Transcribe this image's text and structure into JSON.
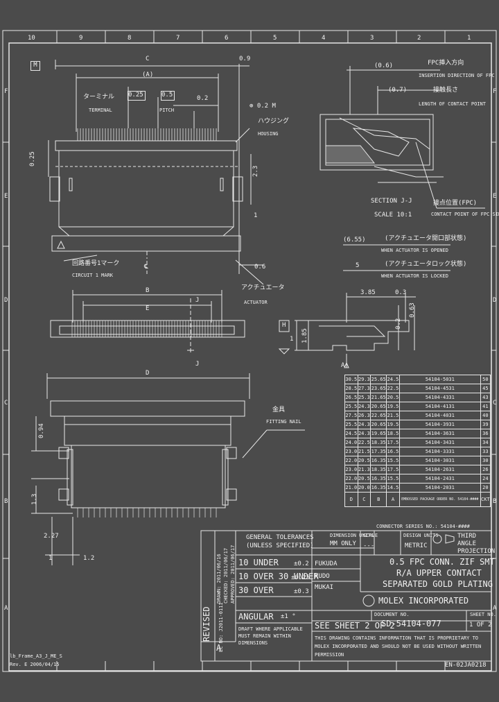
{
  "border": {
    "top_zones": [
      "10",
      "9",
      "8",
      "7",
      "6",
      "5",
      "4",
      "3",
      "2",
      "1"
    ],
    "side_zones": [
      "F",
      "E",
      "D",
      "C",
      "B",
      "A"
    ]
  },
  "top_view": {
    "datum_m": "M",
    "dim_c": "C",
    "dim_09": "0.9",
    "dim_a": "(A)",
    "terminal_jp": "ターミナル",
    "terminal_en": "TERMINAL",
    "dim_025": "0.25",
    "dim_05": "0.5",
    "pitch_en": "PITCH",
    "dim_02": "0.2",
    "flatness": "⊕ 0.2 M",
    "housing_jp": "ハウジング",
    "housing_en": "HOUSING",
    "dim_0025": "0.25",
    "dim_23": "2.3",
    "dim_1": "1",
    "circuit_jp": "回路番号1マーク",
    "circuit_en": "CIRCUIT 1 MARK",
    "centerline": "℄",
    "dim_06": "0.6",
    "actuator_jp": "アクチュエータ",
    "actuator_en": "ACTUATOR"
  },
  "section_view": {
    "dim_06a": "(0.6)",
    "fpc_insert_jp": "FPC挿入方向",
    "fpc_insert_en": "INSERTION DIRECTION OF FPC",
    "dim_07": "(0.7)",
    "contact_len_jp": "接触長さ",
    "contact_len_en": "LENGTH OF CONTACT POINT",
    "contact_point_jp": "接点位置(FPC)",
    "contact_point_en": "CONTACT POINT OF FPC SIDE",
    "section_label": "SECTION J-J",
    "scale": "SCALE 10:1",
    "dim_655": "(6.55)",
    "act_open_jp": "(アクチュエータ開口部状態)",
    "act_open_en": "WHEN ACTUATOR IS OPENED",
    "dim_5": "5",
    "act_lock_jp": "(アクチュエータロック状態)",
    "act_lock_en": "WHEN ACTUATOR IS LOCKED"
  },
  "front_view": {
    "dim_b": "B",
    "dim_e": "E",
    "j_top": "J",
    "j_bottom": "J"
  },
  "side_view": {
    "dim_385": "3.85",
    "dim_03": "0.3",
    "dim_02": "0.2",
    "dim_063": "0.63",
    "datum_h": "H",
    "dim_185": "1.85",
    "dim_1": "1",
    "dim_a": "A"
  },
  "bottom_view": {
    "dim_d": "D",
    "fitting_jp": "金具",
    "fitting_en": "FITTING NAIL",
    "dim_094": "0.94",
    "dim_13": "1.3",
    "dim_227": "2.27",
    "dim_12": "1.2",
    "dim_1": "1"
  },
  "dimension_table": {
    "rows": [
      [
        "30.5",
        "29.3",
        "25.65",
        "24.5",
        "54104-5031",
        "50"
      ],
      [
        "28.5",
        "27.3",
        "23.65",
        "22.5",
        "54104-4531",
        "45"
      ],
      [
        "26.5",
        "25.3",
        "21.65",
        "20.5",
        "54104-4331",
        "43"
      ],
      [
        "25.5",
        "24.3",
        "20.65",
        "19.5",
        "54104-4131",
        "41"
      ],
      [
        "27.5",
        "26.3",
        "22.65",
        "21.5",
        "54104-4031",
        "40"
      ],
      [
        "25.5",
        "24.3",
        "20.65",
        "19.5",
        "54104-3931",
        "39"
      ],
      [
        "24.5",
        "24.3",
        "19.65",
        "18.5",
        "54104-3631",
        "36"
      ],
      [
        "24.0",
        "22.5",
        "18.35",
        "17.5",
        "54104-3431",
        "34"
      ],
      [
        "23.0",
        "21.5",
        "17.35",
        "16.5",
        "54104-3331",
        "33"
      ],
      [
        "22.0",
        "20.5",
        "16.35",
        "15.5",
        "54104-3031",
        "30"
      ],
      [
        "23.0",
        "21.3",
        "18.35",
        "17.5",
        "54104-2631",
        "26"
      ],
      [
        "22.0",
        "20.5",
        "16.35",
        "15.5",
        "54104-2431",
        "24"
      ],
      [
        "21.0",
        "20.0",
        "16.35",
        "14.5",
        "54104-2031",
        "20"
      ]
    ],
    "header": [
      "D",
      "C",
      "B",
      "A",
      "EMBOSSED PACKAGE ORDER NO. 54104-####",
      "CKT"
    ],
    "series": "CONNECTOR SERIES NO.: 54104-####"
  },
  "title_block": {
    "revised": "REVISED",
    "drawn": "DRAWN: 2011/06/16",
    "checked": "CHECKED: 2011/06/17",
    "approved": "APPROVED: 2011/06/17",
    "general_tol": "GENERAL TOLERANCES",
    "unless": "(UNLESS SPECIFIED)",
    "dims_in": "DIMENSION UNITS",
    "units": "MM ONLY",
    "scale_h": "SCALE",
    "scale_v": "---",
    "design_units": "DESIGN UNITS",
    "metric": "METRIC",
    "third_angle": "THIRD ANGLE PROJECTION",
    "tol_rows": [
      {
        "lbl": "10 UNDER",
        "val": "±0.2"
      },
      {
        "lbl": "10 OVER 30 UNDER",
        "val": "±0.25"
      },
      {
        "lbl": "30 OVER",
        "val": "±0.3"
      }
    ],
    "angular": "ANGULAR",
    "angular_val": "±1 °",
    "drafting": "DRAFT WHERE APPLICABLE MUST REMAIN WITHIN DIMENSIONS",
    "drwn_by": "FUKUDA",
    "chk_by": "KUDO",
    "appr_by": "MUKAI",
    "title1": "0.5 FPC CONN. ZIF SMT",
    "title2": "R/A UPPER CONTACT",
    "title3": "SEPARATED GOLD PLATING",
    "company": "MOLEX INCORPORATED",
    "doc_label": "DOCUMENT NO.",
    "doc_no": "SD-54104-077",
    "sheet_label": "SHEET NO.",
    "sheet": "1 OF 2",
    "see_sheet": "SEE SHEET 2 OF 2",
    "proprietary": "THIS DRAWING CONTAINS INFORMATION THAT IS PROPRIETARY TO MOLEX INCORPORATED AND SHOULD NOT BE USED WITHOUT WRITTEN PERMISSION",
    "rev": "A",
    "ec": "EC NO: J2011-0111"
  },
  "footer": {
    "file": "lb_Frame_A3_J_ME_S",
    "rev_date": "Rev. E 2006/04/15",
    "form": "EN-02JA0218"
  }
}
